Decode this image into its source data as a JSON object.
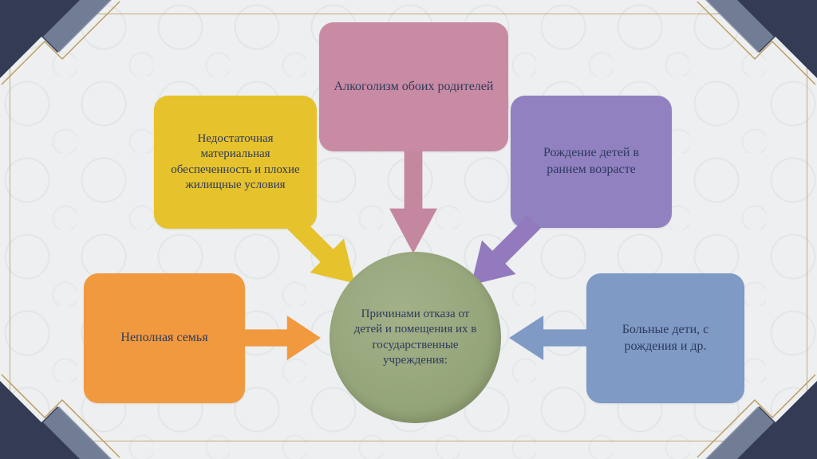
{
  "slide": {
    "center_circle": {
      "label": "Причинами отказа от детей и помещения их в государственные учреждения:",
      "color": "#98a87c"
    },
    "causes": [
      {
        "label": "Недостаточная материальная обеспеченность и плохие жилищные условия",
        "color": "#e6c22c"
      },
      {
        "label": "Алкоголизм обоих родителей",
        "color": "#c98ba3"
      },
      {
        "label": "Рождение детей в раннем возрасте",
        "color": "#9181c1"
      },
      {
        "label": "Неполная семья",
        "color": "#f0993f"
      },
      {
        "label": "Больные дети, с рождения и др.",
        "color": "#7e9ac5"
      }
    ],
    "text_color": "#2d3a5c",
    "background_color": "#edeff0",
    "frame_line_color": "#bd9d62",
    "corner_ornament_color": "#343b54"
  }
}
